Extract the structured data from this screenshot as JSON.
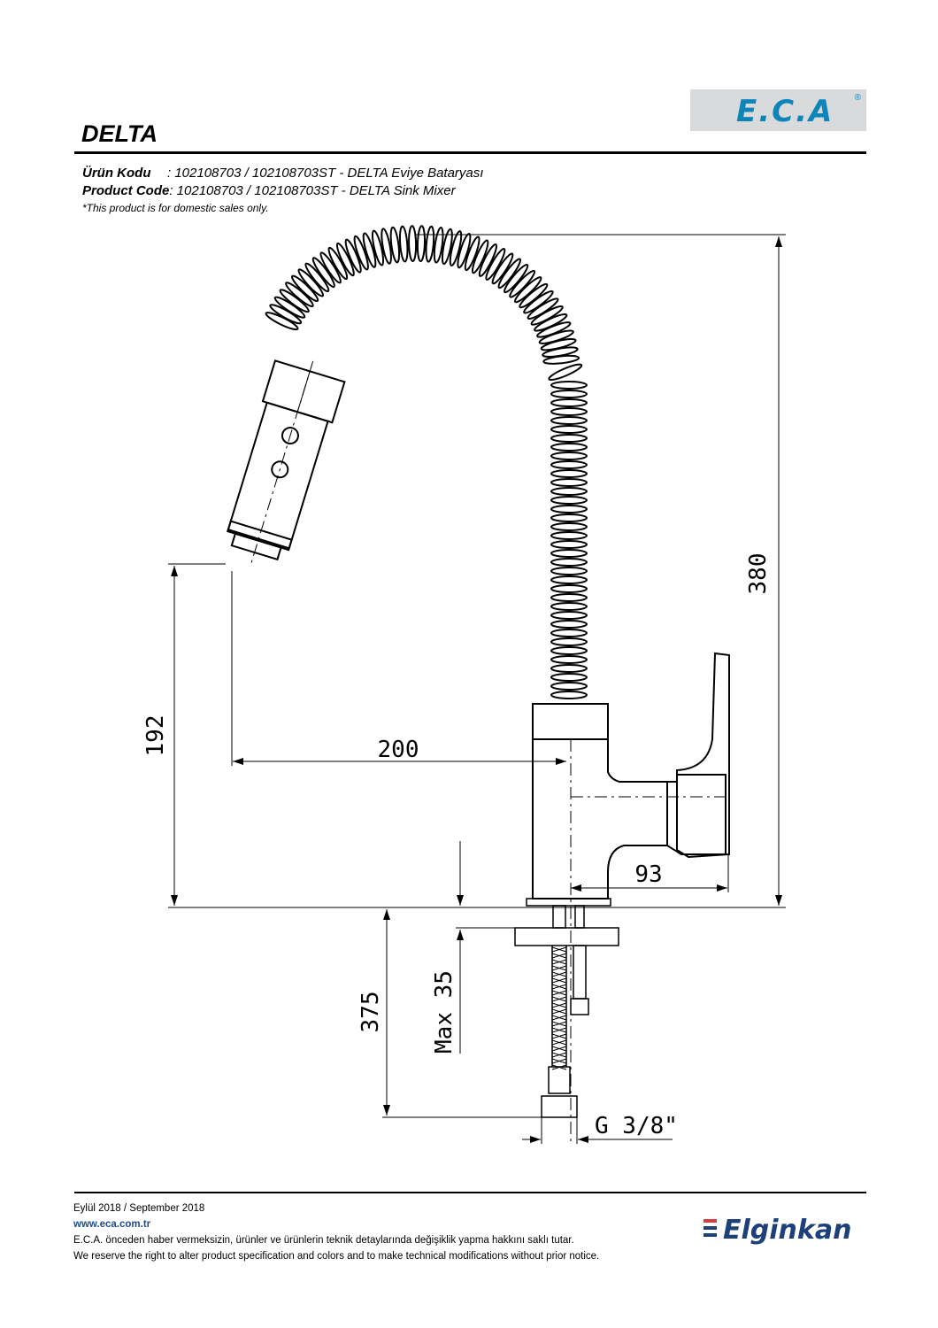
{
  "brand": {
    "logo_text": "E.C.A",
    "registered": "®",
    "color": "#0e85b8"
  },
  "title": "DELTA",
  "product": {
    "code_label_tr": "Ürün Kodu",
    "code_value_tr": ": 102108703 / 102108703ST - DELTA Eviye Bataryası",
    "code_label_en": "Product Code",
    "code_value_en": ": 102108703 / 102108703ST - DELTA Sink Mixer",
    "note": "*This product is for domestic sales only."
  },
  "dimensions": {
    "height_total": "380",
    "spray_height": "192",
    "reach": "200",
    "handle_depth": "93",
    "below_deck": "375",
    "deck_thickness": "Max 35",
    "thread": "G 3/8\""
  },
  "footer": {
    "date": "Eylül 2018 / September 2018",
    "website": "www.eca.com.tr",
    "disclaimer_tr": "E.C.A. önceden haber vermeksizin, ürünler ve ürünlerin teknik detaylarında değişiklik yapma hakkını saklı tutar.",
    "disclaimer_en": "We reserve the right to alter product specification and colors and to make technical modifications without prior notice."
  },
  "partner": {
    "logo_text": "Elginkan",
    "color": "#1d3f7a",
    "bar_colors": [
      "#d93a3a",
      "#1d3f7a",
      "#1d3f7a"
    ]
  }
}
